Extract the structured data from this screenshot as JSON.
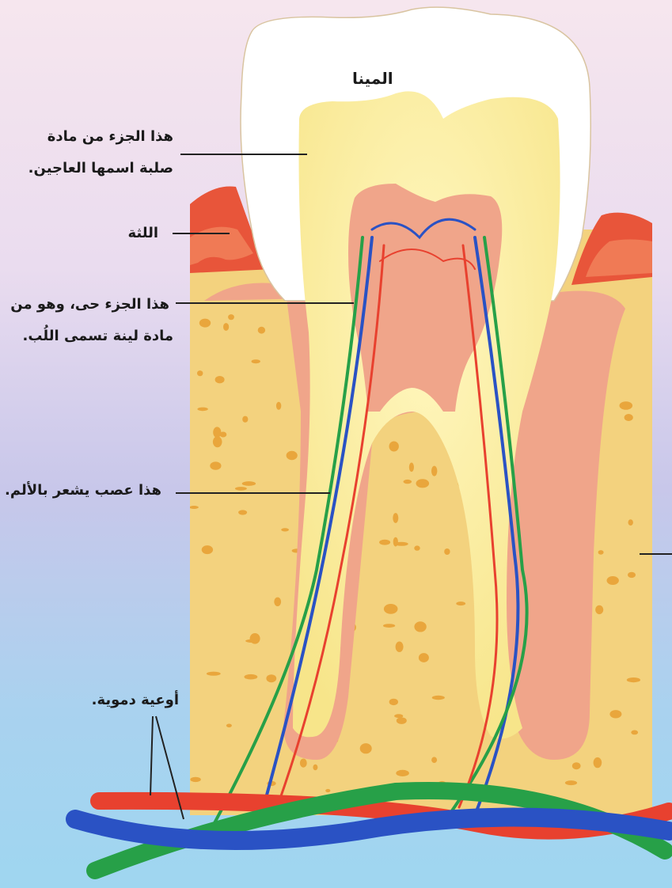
{
  "labels": {
    "enamel": "المينا",
    "dentin_line1": "هذا الجزء من مادة",
    "dentin_line2": "صلبة اسمها العاجين.",
    "gum": "اللثة",
    "pulp_line1": "هذا الجزء حى، وهو من",
    "pulp_line2": "مادة لينة تسمى اللُب.",
    "nerve": "هذا عصب يشعر بالألم.",
    "vessels": "أوعية دموية."
  },
  "colors": {
    "enamel": "#ffffff",
    "dentin": "#fbf0a0",
    "pulp": "#f0a58a",
    "gum": "#e8553a",
    "bone": "#f3d27e",
    "bone_spots": "#e9a63c",
    "artery": "#e8412f",
    "vein": "#2a52c4",
    "nerve": "#27a048"
  }
}
